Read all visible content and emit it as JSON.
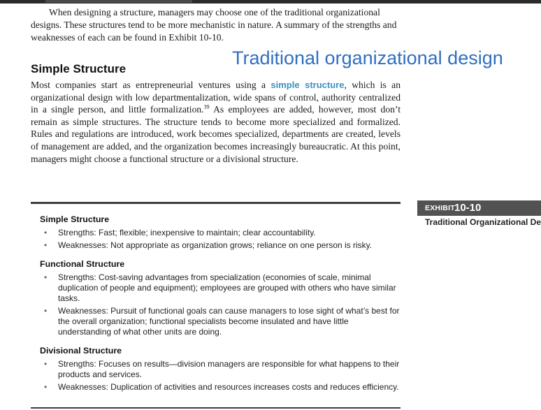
{
  "intro": {
    "text": "When designing a structure, managers may choose one of the traditional organizational designs. These structures tend to be more mechanistic in nature. A summary of the strengths and weaknesses of each can be found in Exhibit 10-10."
  },
  "overlay_title": "Traditional organizational design",
  "section": {
    "heading": "Simple Structure",
    "para_before": "Most companies start as entrepreneurial ventures using a ",
    "keyword": "simple structure",
    "para_mid": ", which is an organizational design with low departmentalization, wide spans of control, authority centralized in a single person, and little formalization.",
    "footnote": "39",
    "para_after": " As employees are added, however, most don’t remain as simple structures. The structure tends to become more specialized and formalized. Rules and regulations are introduced, work becomes specialized, departments are created, levels of management are added, and the organization becomes increasingly bureaucratic. At this point, managers might choose a functional structure or a divisional structure."
  },
  "exhibit": {
    "label": "EXHIBIT",
    "number": "10-10",
    "caption": "Traditional Organizational Des"
  },
  "summary": {
    "groups": [
      {
        "title": "Simple Structure",
        "strengths": "Strengths: Fast; flexible; inexpensive to maintain; clear accountability.",
        "weaknesses": "Weaknesses: Not appropriate as organization grows; reliance on one person is risky."
      },
      {
        "title": "Functional Structure",
        "strengths": "Strengths: Cost-saving advantages from specialization (economies of scale, minimal duplication of people and equipment); employees are grouped with others who have similar tasks.",
        "weaknesses": "Weaknesses: Pursuit of functional goals can cause managers to lose sight of what’s best for the overall organization; functional specialists become insulated and have little understanding of what other units are doing."
      },
      {
        "title": "Divisional Structure",
        "strengths": "Strengths: Focuses on results—division managers are responsible for what happens to their products and services.",
        "weaknesses": "Weaknesses: Duplication of activities and resources increases costs and reduces efficiency."
      }
    ]
  },
  "colors": {
    "overlay_title": "#2f6fc0",
    "keyword": "#3a8fc4",
    "exhibit_bg": "#525252"
  }
}
